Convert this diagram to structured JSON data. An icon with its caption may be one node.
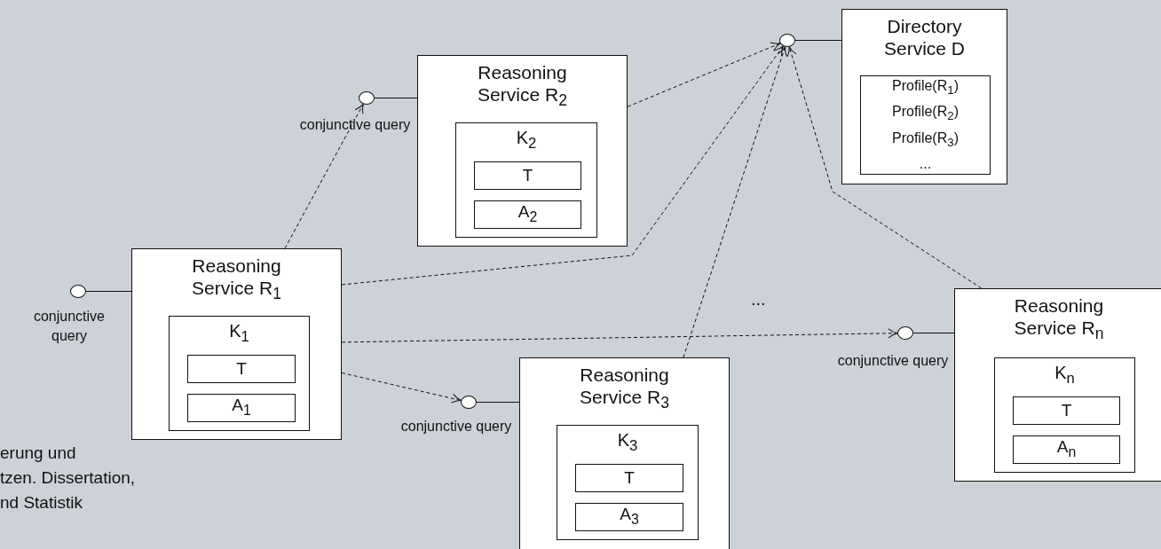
{
  "diagram": {
    "nodes": [
      {
        "text": [
          "Reasoning Service R$_{1}$"
        ]
      },
      {
        "text": [
          "K$_{1}$"
        ],
        "in": 0
      },
      {
        "text": [
          "T"
        ],
        "in": 1
      },
      {
        "text": [
          "A$_{1}$"
        ],
        "in": 1
      },
      {
        "text": [
          "Reasoning Service R$_{2}$"
        ]
      },
      {
        "text": [
          "K$_{2}$"
        ],
        "in": 4
      },
      {
        "text": [
          "T"
        ],
        "in": 5
      },
      {
        "text": [
          "A$_{2}$"
        ],
        "in": 5
      },
      {
        "text": [
          "Directory Service D"
        ]
      },
      {
        "text": [
          "Profile(R$_{1}$)",
          "Profile(R$_{2}$)",
          "Profile(R$_{3}$)",
          "..."
        ],
        "in": 8
      },
      {
        "text": [
          "Reasoning Service R$_{3}$"
        ]
      },
      {
        "text": [
          "K$_{3}$"
        ],
        "in": 10
      },
      {
        "text": [
          "T"
        ],
        "in": 11
      },
      {
        "text": [
          "A$_{3}$"
        ],
        "in": 11
      },
      {
        "text": [
          "Reasoning Service R$_{n}$"
        ]
      },
      {
        "text": [
          "K$_{n}$"
        ],
        "in": 14
      },
      {
        "text": [
          "T"
        ],
        "in": 15
      },
      {
        "text": [
          "A$_{n}$"
        ],
        "in": 15
      },
      {
        "text": [],
        "shape": "circle",
        "beside": [
          "conjunctive query"
        ]
      },
      {
        "text": [],
        "shape": "circle",
        "beside": [
          "conjunctive query"
        ]
      },
      {
        "text": [],
        "shape": "circle"
      },
      {
        "text": [],
        "shape": "circle",
        "beside": [
          "conjunctive query"
        ]
      },
      {
        "text": [],
        "shape": "circle",
        "beside": [
          "conjunctive query"
        ]
      }
    ],
    "edges": [
      {
        "from": 18,
        "to": 0,
        "arrow": "none"
      },
      {
        "from": 19,
        "to": 4,
        "arrow": "none"
      },
      {
        "from": 20,
        "to": 8,
        "arrow": "none"
      },
      {
        "from": 21,
        "to": 10,
        "arrow": "none"
      },
      {
        "from": 22,
        "to": 14,
        "arrow": "none"
      },
      {
        "from": 0,
        "to": 19,
        "arrow": "to",
        "style": "dashed"
      },
      {
        "from": 0,
        "to": 20,
        "arrow": "to",
        "style": "dashed"
      },
      {
        "from": 0,
        "to": 22,
        "arrow": "to",
        "style": "dashed"
      },
      {
        "from": 0,
        "to": 21,
        "arrow": "to",
        "style": "dashed"
      },
      {
        "from": 4,
        "to": 20,
        "arrow": "to",
        "style": "dashed"
      },
      {
        "from": 10,
        "to": 20,
        "arrow": "to",
        "style": "dashed"
      },
      {
        "from": 14,
        "to": 20,
        "arrow": "to",
        "style": "dashed"
      }
    ],
    "labels": [
      "...",
      "erung und",
      "tzen. Dissertation,",
      "nd Statistik"
    ]
  }
}
